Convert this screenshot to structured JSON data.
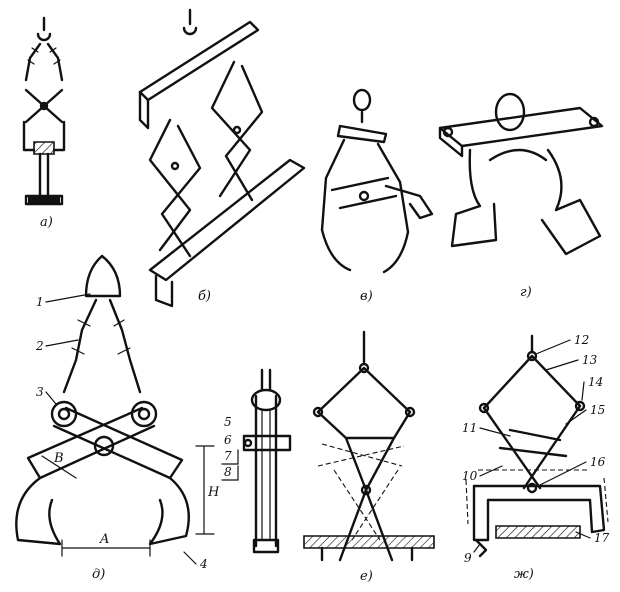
{
  "figure": {
    "panels": [
      {
        "id": "a",
        "caption": "а)"
      },
      {
        "id": "b",
        "caption": "б)"
      },
      {
        "id": "v",
        "caption": "в)"
      },
      {
        "id": "g",
        "caption": "г)"
      },
      {
        "id": "d",
        "caption": "д)"
      },
      {
        "id": "e",
        "caption": "е)"
      },
      {
        "id": "zh",
        "caption": "ж)"
      }
    ],
    "callouts_d": [
      "1",
      "2",
      "3",
      "4",
      "5",
      "6",
      "7",
      "8"
    ],
    "dimensions_d": {
      "A": "A",
      "B": "В",
      "H": "Н"
    },
    "callouts_zh": [
      "9",
      "10",
      "11",
      "12",
      "13",
      "14",
      "15",
      "16",
      "17"
    ]
  }
}
